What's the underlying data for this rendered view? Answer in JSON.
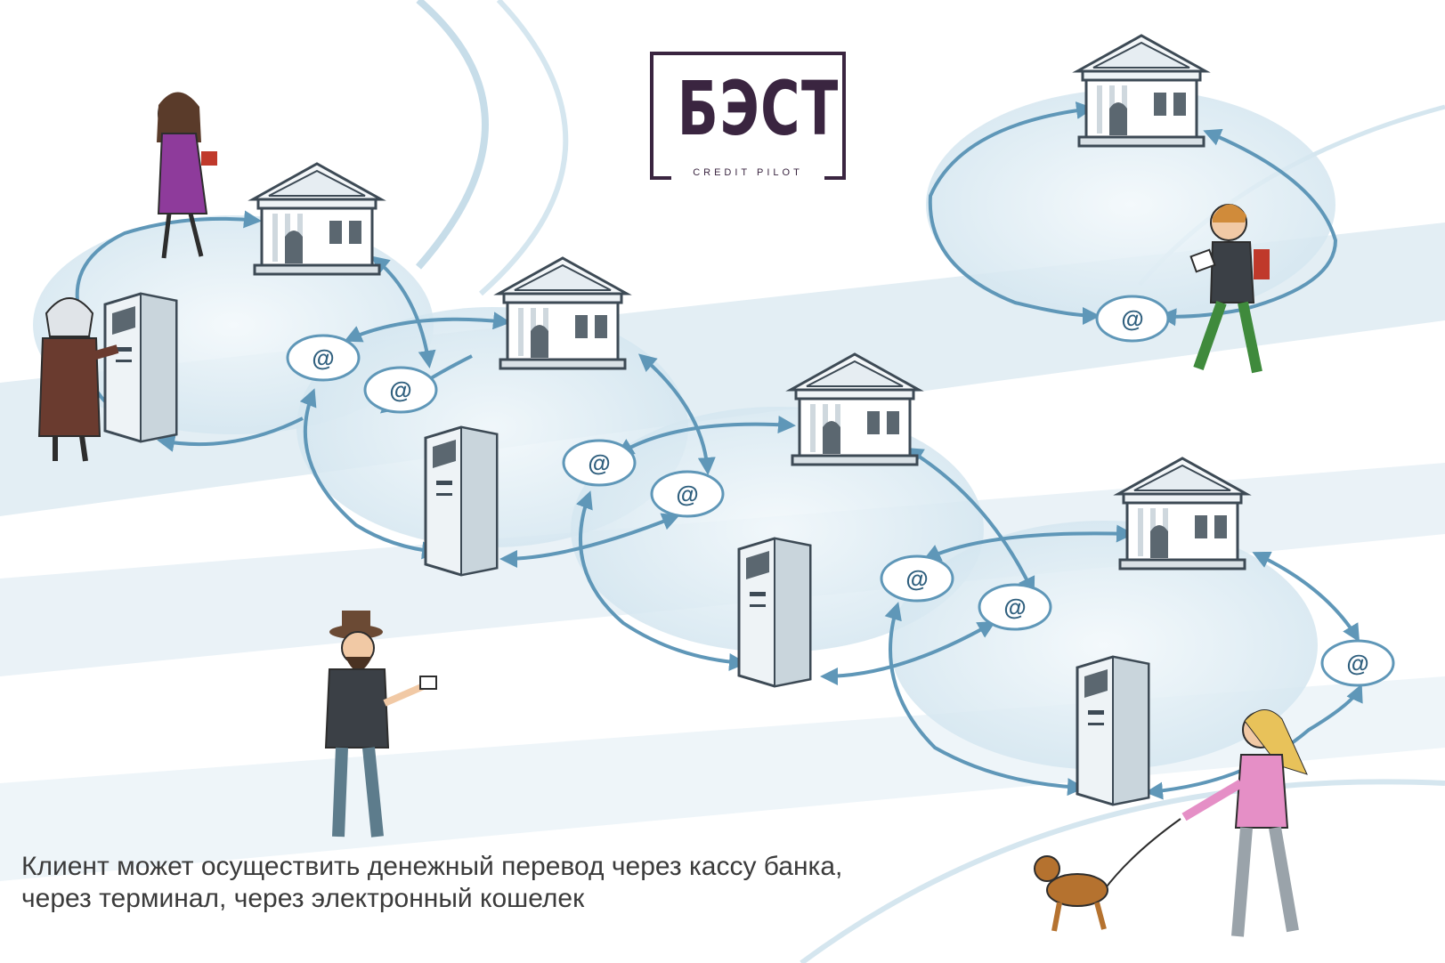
{
  "logo": {
    "main": "БЭСТ",
    "sub": "CREDIT PILOT"
  },
  "caption": "Клиент может осуществить денежный перевод через кассу банка, через терминал, через электронный кошелек",
  "nodes": {
    "bank_icon": "bank-building-icon",
    "terminal_icon": "payment-terminal-icon",
    "ewallet_icon": "at-sign-icon",
    "ewallet_label": "@"
  },
  "colors": {
    "arrow": "#5f97b8",
    "zone_fill": "#dcebf3",
    "stripe": "#e3eef4",
    "logo": "#3a2540",
    "caption": "#3b3b3b"
  }
}
